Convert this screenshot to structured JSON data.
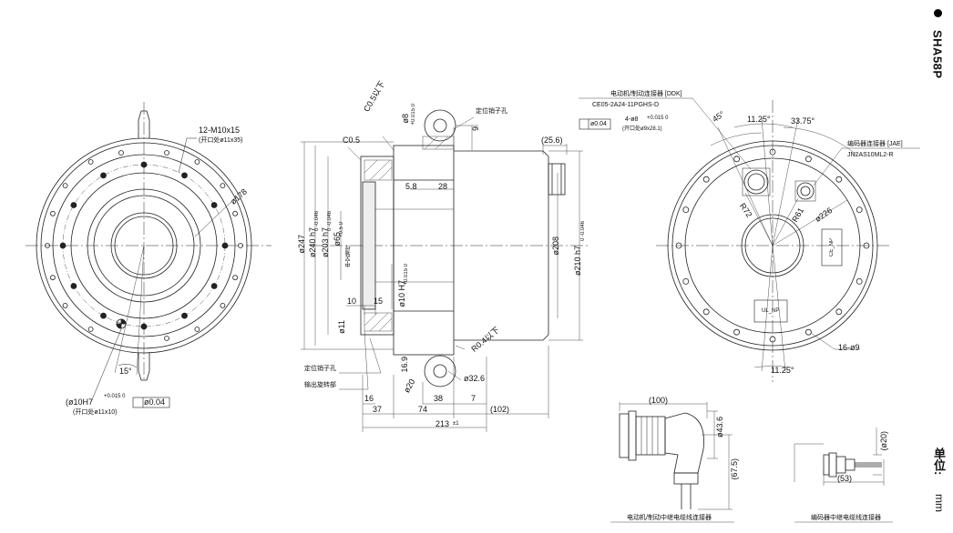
{
  "title": {
    "model": "SHA58P",
    "unit_label": "单位:",
    "unit": "mm"
  },
  "front_view": {
    "threads": "12-M10x15",
    "threads_note": "(开口处ø11x35)",
    "pcd": "ø178",
    "angle": "15°",
    "pin_hole": "(ø10H7",
    "pin_tol": "+0.015 0",
    "pin_flat": "ø0.04",
    "pin_note": "(开口处ø11x10)"
  },
  "section_view": {
    "chamfer_top": "C0.5以下",
    "chamfer_left": "C0.5",
    "d8": "ø8",
    "d8_tol": "+0.015 0",
    "d9": "9",
    "locating_top": "定位销子孔",
    "locating_bottom": "定位销子孔",
    "output_flange": "输出旋转部",
    "hollow": "中空轴径",
    "d247": "ø247",
    "d240": "ø240 h7",
    "d240_tol": "0 -0.046",
    "d203": "ø203 h7",
    "d203_tol": "0 -0.046",
    "d65": "ø65",
    "d65_tol": "+0.5 0",
    "d10h7": "ø10 H7",
    "d10h7_tol": "+0.015 0",
    "d208": "ø208",
    "d210": "ø210 h7",
    "d210_tol": "0 -0.046",
    "dim_58": "5.8",
    "dim_28": "28",
    "dim_256": "(25.6)",
    "dim_10": "10",
    "dim_15": "15",
    "dim_11": "ø11",
    "dim_r04": "R0.4以下",
    "dim_169": "16.9",
    "dim_20": "ø20",
    "dim_326": "ø32.6",
    "dim_16": "16",
    "dim_38": "38",
    "dim_7": "7",
    "dim_37": "37",
    "dim_74": "74",
    "dim_102": "(102)",
    "dim_213": "213",
    "dim_213_tol": "±1"
  },
  "rear_view": {
    "motor_connector": "电动机/制动连接器 [DDK]",
    "motor_part": "CE05-2A24-11PGHS-D",
    "motor_flat": "ø0.04",
    "motor_hole": "4-ø8",
    "motor_hole_tol": "+0.015 0",
    "motor_hole_note": "(开口处ø9x28.1)",
    "encoder_connector": "编码器连接器 [JAE]",
    "encoder_part": "JN2AS10ML2-R",
    "angle_45": "45°",
    "angle_1125a": "11.25°",
    "angle_3375": "33.75°",
    "angle_1125b": "11.25°",
    "r72": "R72",
    "r61": "R61",
    "d226": "ø226",
    "holes": "16-ø9",
    "ce_np": "CE_NP",
    "ul_np": "UL_NP"
  },
  "cable_motor": {
    "dim_100": "(100)",
    "dim_436": "ø43.6",
    "dim_675": "(67.5)",
    "caption": "电动机/制动中继电缆线连接器"
  },
  "cable_encoder": {
    "dim_20": "(ø20)",
    "dim_53": "(53)",
    "caption": "编码器中继电缆线连接器"
  }
}
